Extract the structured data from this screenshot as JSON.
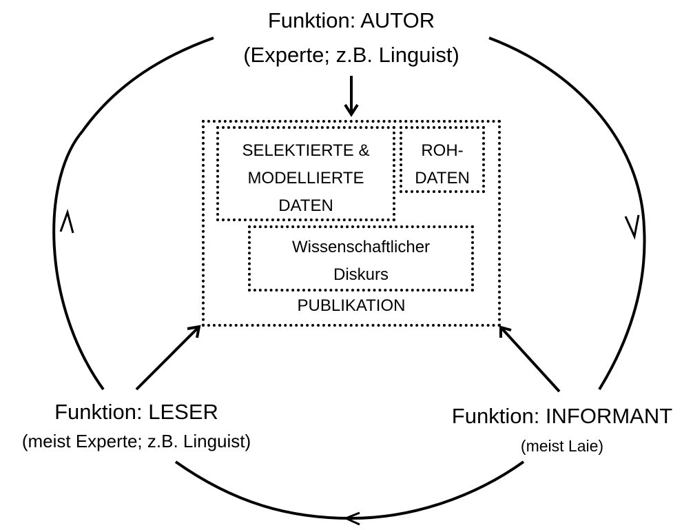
{
  "roles": {
    "author": {
      "title": "Funktion: AUTOR",
      "subtitle": "(Experte; z.B. Linguist)"
    },
    "reader": {
      "title": "Funktion: LESER",
      "subtitle": "(meist Experte; z.B. Linguist)"
    },
    "informant": {
      "title": "Funktion: INFORMANT",
      "subtitle": "(meist Laie)"
    }
  },
  "publication": {
    "label": "PUBLIKATION",
    "selected_data": {
      "lines": [
        "SELEKTIERTE &",
        "MODELLIERTE",
        "DATEN"
      ]
    },
    "raw_data": {
      "lines": [
        "ROH-",
        "DATEN"
      ]
    },
    "discourse": {
      "lines": [
        "Wissenschaftlicher",
        "Diskurs"
      ]
    }
  },
  "cycle": {
    "direction": "clockwise",
    "edges": [
      {
        "from": "author",
        "to": "publication"
      },
      {
        "from": "reader",
        "to": "publication"
      },
      {
        "from": "informant",
        "to": "publication"
      }
    ]
  },
  "colors": {
    "stroke": "#000000",
    "background": "#ffffff"
  }
}
